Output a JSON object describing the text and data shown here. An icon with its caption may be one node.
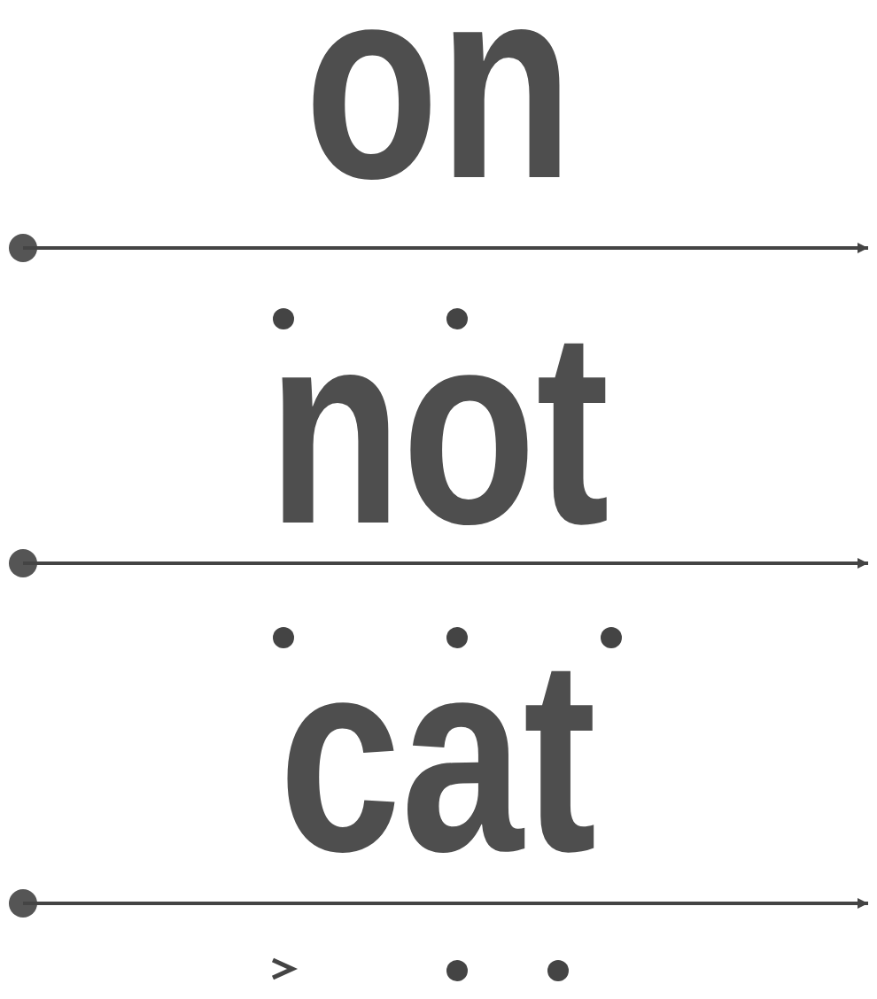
{
  "diagram": {
    "labels": [
      "on",
      "not",
      "cat"
    ]
  }
}
